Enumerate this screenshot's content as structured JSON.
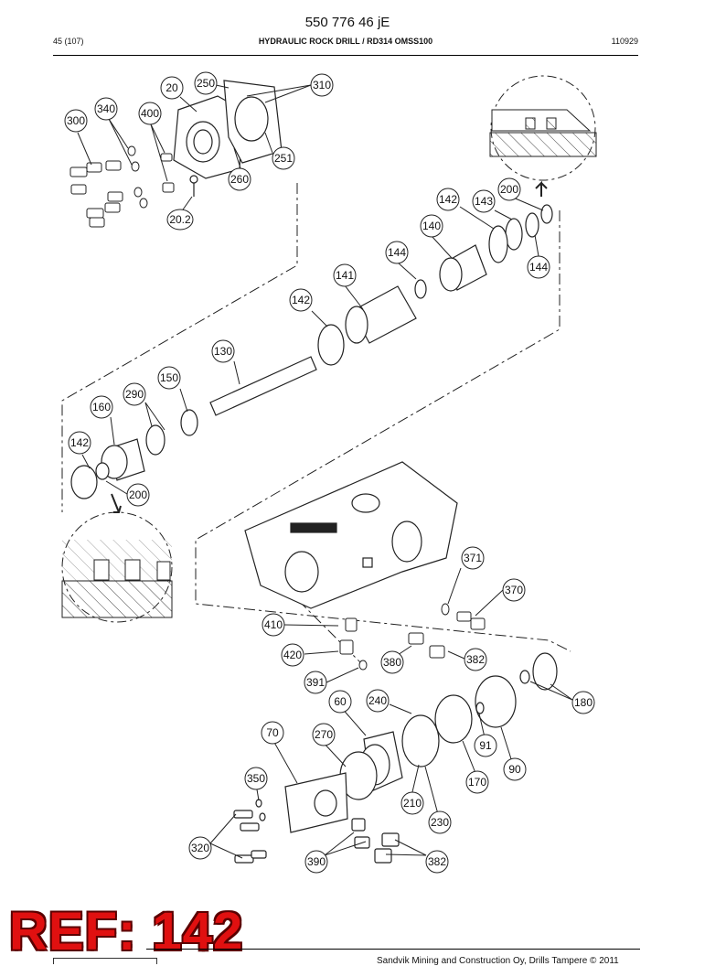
{
  "header": {
    "doc_number": "550 776 46 jE",
    "page_ref": "45 (107)",
    "title": "HYDRAULIC ROCK DRILL / RD314 OMSS100",
    "date": "110929"
  },
  "callouts": [
    "20",
    "250",
    "310",
    "340",
    "400",
    "300",
    "251",
    "260",
    "20.2",
    "200",
    "142",
    "143",
    "140",
    "144",
    "144",
    "141",
    "142",
    "130",
    "150",
    "290",
    "160",
    "142",
    "200",
    "371",
    "370",
    "410",
    "420",
    "380",
    "382",
    "391",
    "60",
    "240",
    "180",
    "70",
    "270",
    "91",
    "90",
    "350",
    "170",
    "210",
    "230",
    "320",
    "390",
    "382"
  ],
  "stamp": {
    "text": "REF: 142"
  },
  "footer": {
    "text": "Sandvik Mining and Construction Oy, Drills Tampere © 2011"
  }
}
